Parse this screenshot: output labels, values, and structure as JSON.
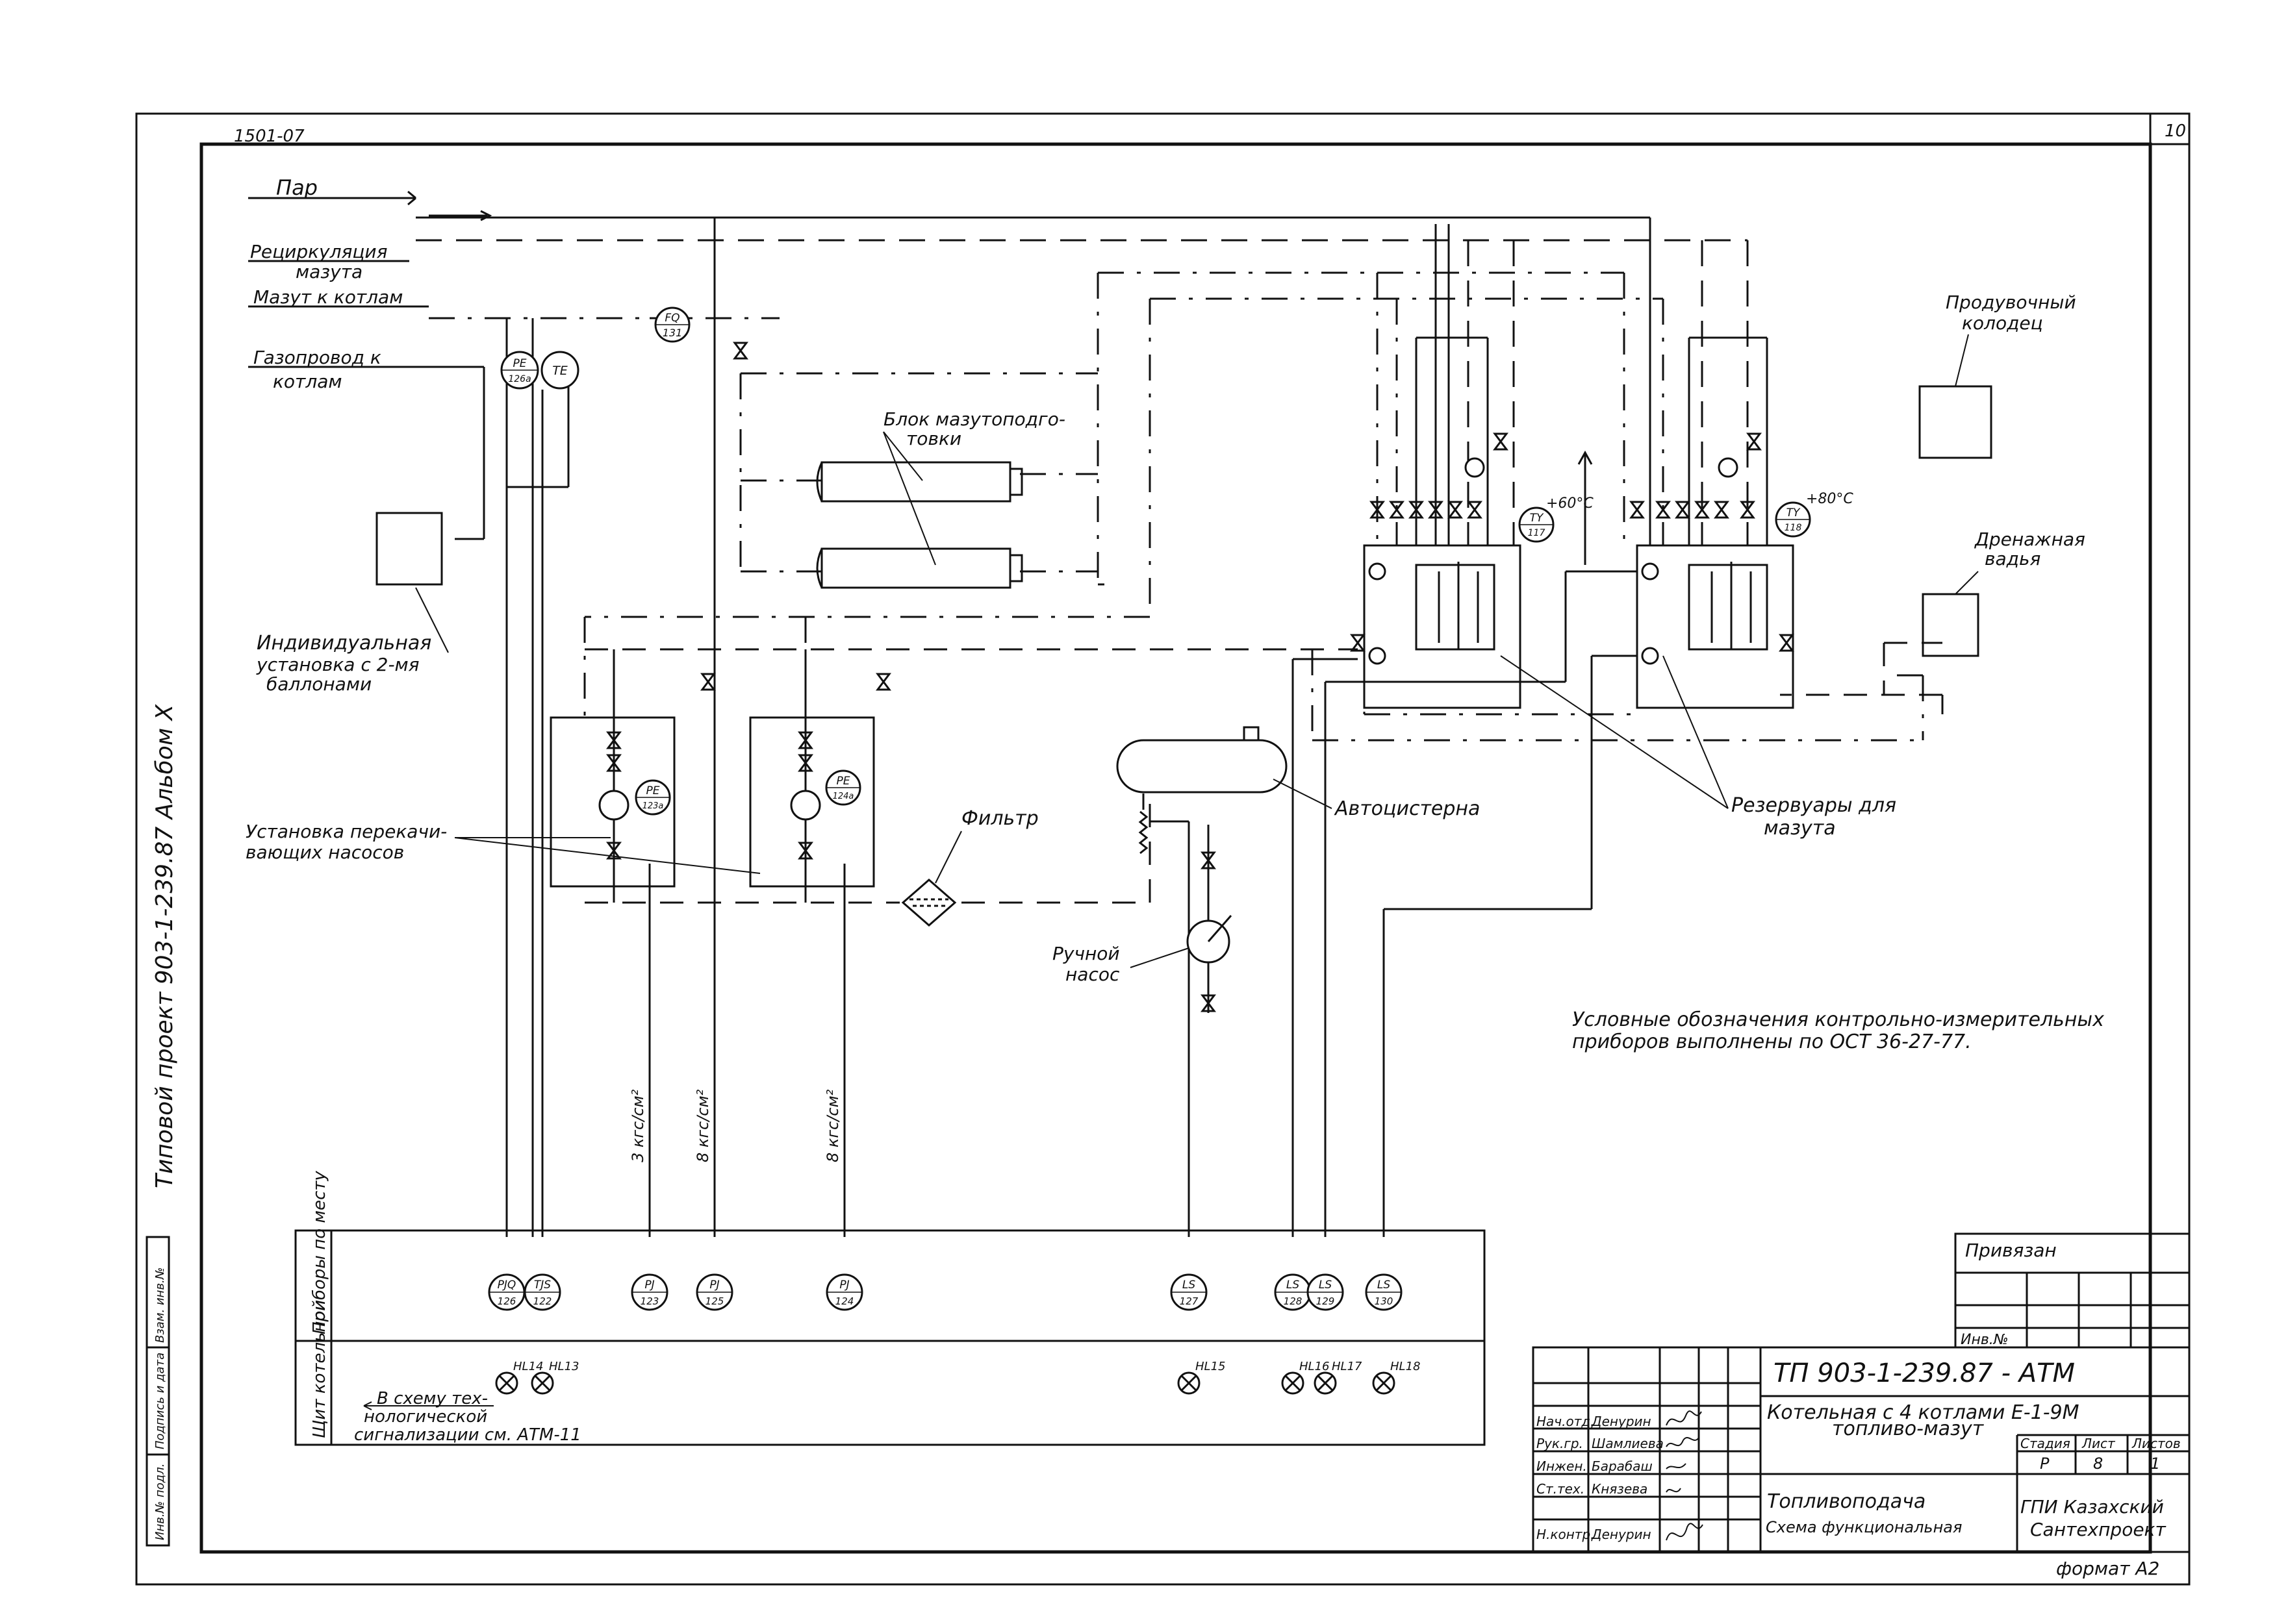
{
  "sheet": {
    "code_top": "1501-07",
    "sheet_no": "10",
    "side_text": "Типовой проект   903-1-239.87   Альбом X"
  },
  "lines": {
    "steam": "Пар",
    "recirc_1": "Рециркуляция",
    "recirc_2": "мазута",
    "fuel_to_boilers": "Мазут к котлам",
    "gas_1": "Газопровод к",
    "gas_2": "котлам"
  },
  "labels": {
    "individual_1": "Индивидуальная",
    "individual_2": "установка с 2-мя",
    "individual_3": "баллонами",
    "prep_block_1": "Блок мазутоподго-",
    "prep_block_2": "товки",
    "pump_install_1": "Установка перекачи-",
    "pump_install_2": "вающих насосов",
    "filter": "Фильтр",
    "tanker": "Автоцистерна",
    "hand_pump_1": "Ручной",
    "hand_pump_2": "насос",
    "blowdown_1": "Продувочный",
    "blowdown_2": "колодец",
    "drain_1": "Дренажная",
    "drain_2": "вадья",
    "tanks_1": "Резервуары для",
    "tanks_2": "мазута",
    "temp_1": "+60°C",
    "temp_2": "+80°C",
    "note_1": "Условные обозначения контрольно-измерительных",
    "note_2": "приборов выполнены по ОСТ 36-27-77.",
    "press_1": "3 кгс/см²",
    "press_2": "8 кгс/см²",
    "press_3": "8 кгс/см²"
  },
  "field_instruments": [
    {
      "tag": "FQ",
      "num": "131"
    },
    {
      "tag": "PE",
      "num": "126а"
    },
    {
      "tag": "TE",
      "num": ""
    },
    {
      "tag": "PE",
      "num": "123а"
    },
    {
      "tag": "PE",
      "num": "124а"
    },
    {
      "tag": "TY",
      "num": "117"
    },
    {
      "tag": "TY",
      "num": "118"
    }
  ],
  "panel": {
    "row1_label": "Приборы по месту",
    "row2_label": "Щит котельной",
    "instruments": [
      {
        "tag": "PJQ",
        "num": "126"
      },
      {
        "tag": "TJS",
        "num": "122"
      },
      {
        "tag": "PJ",
        "num": "123"
      },
      {
        "tag": "PJ",
        "num": "125"
      },
      {
        "tag": "PJ",
        "num": "124"
      },
      {
        "tag": "LS",
        "num": "127"
      },
      {
        "tag": "LS",
        "num": "128"
      },
      {
        "tag": "LS",
        "num": "129"
      },
      {
        "tag": "LS",
        "num": "130"
      }
    ],
    "lamps": [
      "HL14",
      "HL13",
      "HL15",
      "HL16",
      "HL17",
      "HL18"
    ],
    "signal_1": "В схему тех-",
    "signal_2": "нологической",
    "signal_3": "сигнализации см. АТМ-11"
  },
  "left_strip": [
    "Инв.№ подл.",
    "Подпись и дата",
    "Взам. инв.№"
  ],
  "title_block": {
    "privyazan": "Привязан",
    "inv_no": "Инв.№",
    "code": "ТП 903-1-239.87 -   АТМ",
    "desc_1": "Котельная с 4 котлами Е-1-9М",
    "desc_2": "топливо-мазут",
    "roles": [
      "Нач.отд.",
      "Рук.гр.",
      "Инжен.",
      "Ст.тех.",
      "",
      "Н.контр."
    ],
    "names": [
      "Денурин",
      "Шамлиева",
      "Барабаш",
      "Князева",
      "",
      "Денурин"
    ],
    "stage_h": "Стадия",
    "sheet_h": "Лист",
    "sheets_h": "Листов",
    "stage": "Р",
    "sheet": "8",
    "sheets": "1",
    "dwg_1": "Топливоподача",
    "dwg_2": "Схема функциональная",
    "org_1": "ГПИ Казахский",
    "org_2": "Сантехпроект",
    "format": "формат А2"
  }
}
